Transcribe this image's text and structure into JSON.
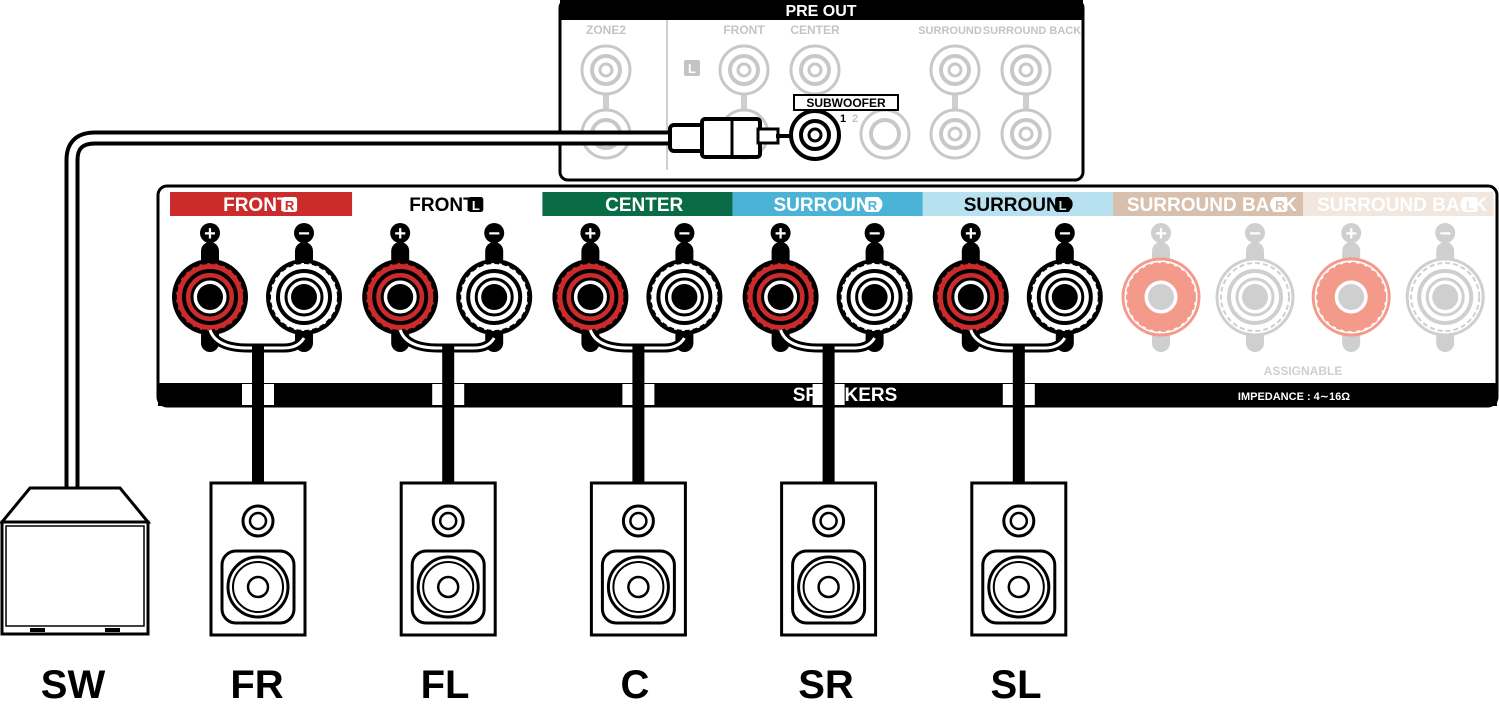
{
  "pre_out": {
    "title": "PRE OUT",
    "zone2_label": "ZONE2",
    "front_label": "FRONT",
    "center_label": "CENTER",
    "surround_label": "SURROUND",
    "surround_back_label": "SURROUND BACK",
    "channel_badge": "L",
    "subwoofer_label": "SUBWOOFER",
    "subwoofer_jack_1": "1",
    "subwoofer_jack_2": "2"
  },
  "speakers_panel": {
    "bottom_label": "SPEAKERS",
    "impedance_label": "IMPEDANCE : 4∼16Ω",
    "assignable_label": "ASSIGNABLE",
    "plus_symbol": "+",
    "minus_symbol": "−",
    "channels": [
      {
        "name": "FRONT",
        "side": "R",
        "color": "#cc2b2b",
        "text_color": "#ffffff",
        "connected": true,
        "speaker": "FR"
      },
      {
        "name": "FRONT",
        "side": "L",
        "color": "#ffffff",
        "text_color": "#000000",
        "connected": true,
        "speaker": "FL"
      },
      {
        "name": "CENTER",
        "side": "",
        "color": "#0a6b47",
        "text_color": "#ffffff",
        "connected": true,
        "speaker": "C"
      },
      {
        "name": "SURROUND",
        "side": "R",
        "color": "#4ab3d6",
        "text_color": "#ffffff",
        "connected": true,
        "speaker": "SR"
      },
      {
        "name": "SURROUND",
        "side": "L",
        "color": "#b8e1ef",
        "text_color": "#000000",
        "connected": true,
        "speaker": "SL"
      },
      {
        "name": "SURROUND BACK",
        "side": "R",
        "color": "#d8c0ae",
        "text_color": "#ffffff",
        "connected": false,
        "speaker": ""
      },
      {
        "name": "SURROUND BACK",
        "side": "L",
        "color": "#f1e7df",
        "text_color": "#ffffff",
        "connected": false,
        "speaker": ""
      }
    ]
  },
  "speaker_labels": {
    "sw": "SW",
    "fr": "FR",
    "fl": "FL",
    "c": "C",
    "sr": "SR",
    "sl": "SL"
  },
  "colors": {
    "positive_terminal": "#cc2b2b",
    "faded_positive_terminal": "#f49a8a",
    "faded_gray": "#cfcfcf"
  }
}
